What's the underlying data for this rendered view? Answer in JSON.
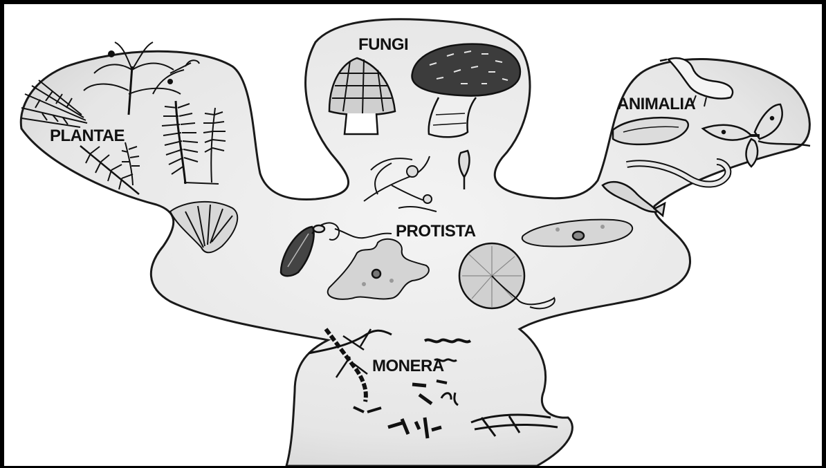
{
  "labels": {
    "plantae": "PLANTAE",
    "fungi": "FUNGI",
    "animalia": "ANIMALIA",
    "protista": "PROTISTA",
    "monera": "MONERA"
  },
  "colors": {
    "frame": "#000000",
    "blob_fill": "#e9e9e9",
    "blob_stroke": "#1a1a1a",
    "ink": "#111111"
  },
  "icons": [
    "lily-plant-icon",
    "palm-frond-icon",
    "fern-icon",
    "moss-icon",
    "morel-mushroom-icon",
    "cap-mushroom-icon",
    "bird-icon",
    "moth-icon",
    "worm-icon",
    "flatworm-icon",
    "fish-icon",
    "diatom-icon",
    "amoeba-icon",
    "flagellate-icon",
    "paramecium-icon",
    "radiolarian-icon",
    "bacteria-icon"
  ]
}
